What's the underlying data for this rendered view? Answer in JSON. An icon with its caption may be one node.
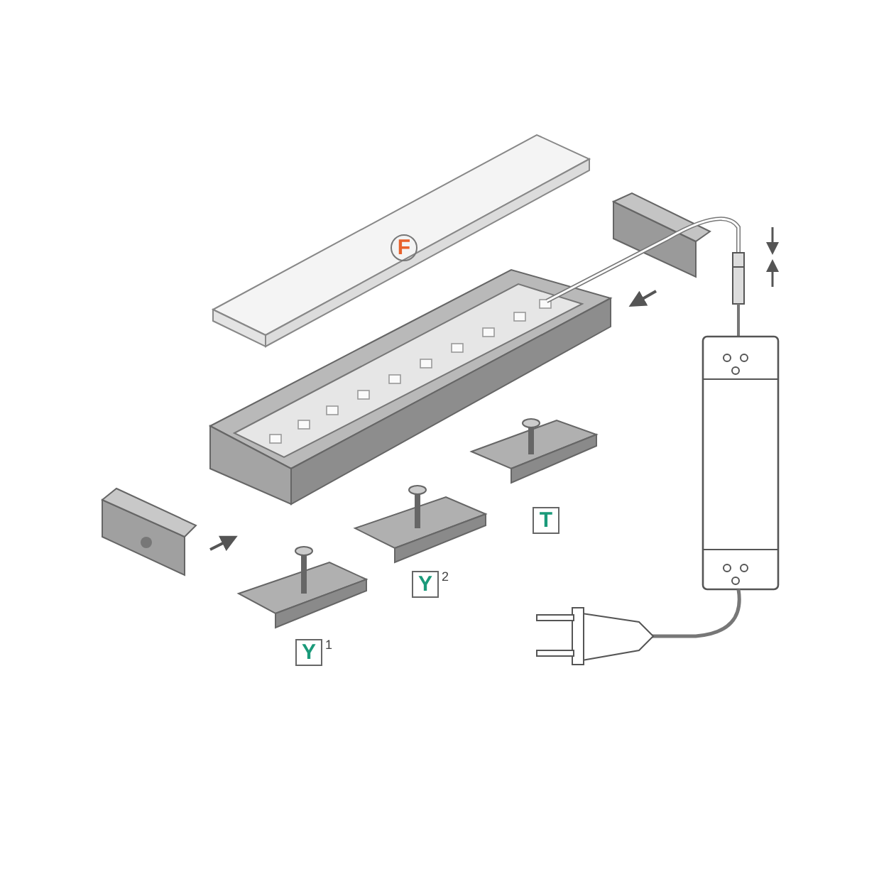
{
  "diagram": {
    "labels": [
      "F",
      "T",
      "Y$^{2}$",
      "Y$^{1}$"
    ]
  }
}
